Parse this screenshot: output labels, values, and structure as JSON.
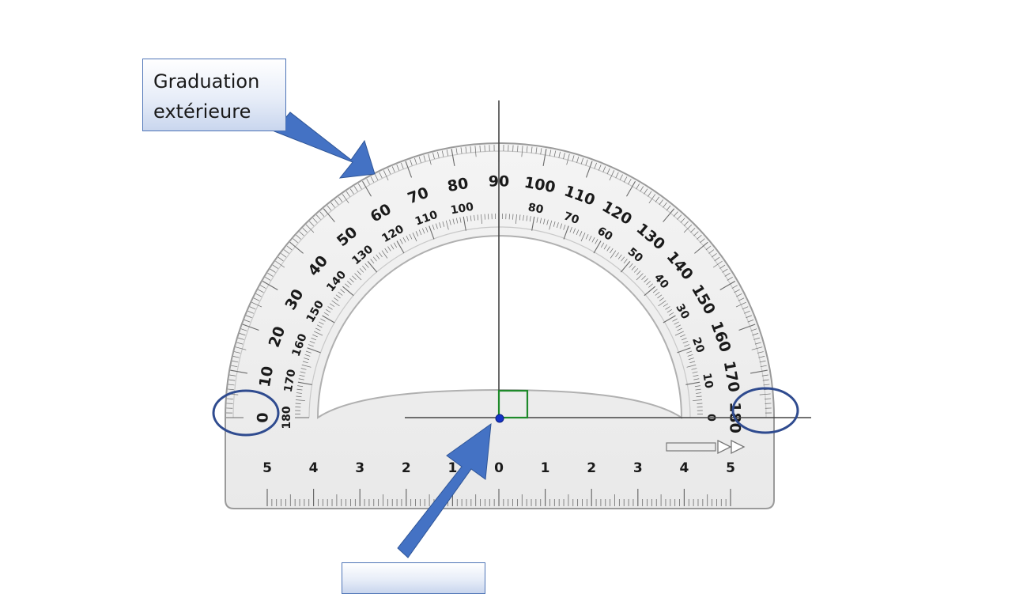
{
  "colors": {
    "arrow": "#4472c4",
    "circle": "#2f4b8f",
    "square": "#1f8a2b",
    "center_dot": "#1433c8",
    "ink": "#1a1a1a"
  },
  "callouts": {
    "outer_scale": {
      "line1": "Graduation",
      "line2": "extérieure"
    },
    "center": {
      "line1": ""
    }
  },
  "protractor": {
    "outer_scale_labels": [
      "0",
      "10",
      "20",
      "30",
      "40",
      "50",
      "60",
      "70",
      "80",
      "90",
      "100",
      "110",
      "120",
      "130",
      "140",
      "150",
      "160",
      "170",
      "180"
    ],
    "inner_scale_labels": [
      "180",
      "170",
      "160",
      "150",
      "140",
      "130",
      "120",
      "110",
      "100",
      "80",
      "70",
      "60",
      "50",
      "40",
      "30",
      "20",
      "10",
      "0"
    ],
    "ruler_labels": [
      "5",
      "4",
      "3",
      "2",
      "1",
      "0",
      "1",
      "2",
      "3",
      "4",
      "5"
    ]
  }
}
